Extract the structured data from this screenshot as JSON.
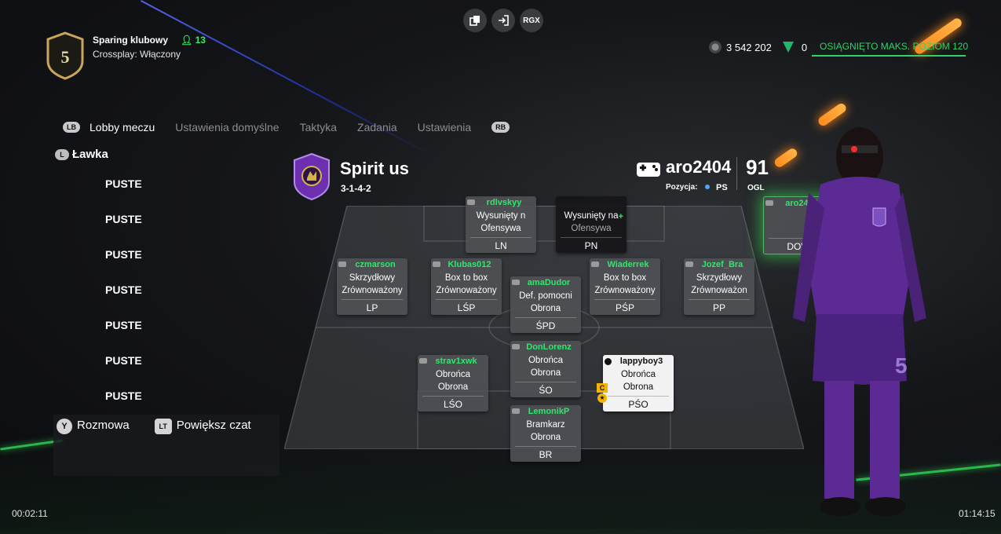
{
  "header": {
    "title": "Sparing klubowy",
    "members": "13",
    "crossplay": "Crossplay: Włączony",
    "badge_number": "5"
  },
  "top_icons": [
    {
      "name": "copy-icon",
      "label": ""
    },
    {
      "name": "exit-icon",
      "label": ""
    },
    {
      "name": "rgx-icon",
      "label": "RGX"
    }
  ],
  "currency": {
    "coins": "3 542 202",
    "points": "0",
    "level_text": "OSIĄGNIĘTO MAKS. POZIOM 120"
  },
  "tabs": {
    "lb": "LB",
    "rb": "RB",
    "items": [
      "Lobby meczu",
      "Ustawienia domyślne",
      "Taktyka",
      "Zadania",
      "Ustawienia"
    ]
  },
  "bench": {
    "title": "Ławka",
    "items": [
      "PUSTE",
      "PUSTE",
      "PUSTE",
      "PUSTE",
      "PUSTE",
      "PUSTE",
      "PUSTE"
    ]
  },
  "chat": {
    "y_button": "Y",
    "chat_label": "Rozmowa",
    "lt_button": "LT",
    "zoom_label": "Powiększ czat"
  },
  "timers": {
    "left": "00:02:11",
    "right": "01:14:15"
  },
  "team": {
    "name": "Spirit us",
    "formation": "3-1-4-2"
  },
  "player": {
    "name": "aro2404",
    "rating": "91",
    "position_label": "Pozycja:",
    "position_value": "PS",
    "rating_label": "OGL"
  },
  "cards": [
    {
      "name": "rdlvskyy",
      "r1": "Wysunięty n",
      "r2": "Ofensywa",
      "pos": "LN"
    },
    {
      "name": "",
      "r1": "Wysunięty na",
      "r2": "Ofensywa",
      "pos": "PN",
      "plus": "+"
    },
    {
      "name": "aro2404",
      "r1": "",
      "r2": "",
      "pos": "DOW"
    },
    {
      "name": "czmarson",
      "r1": "Skrzydłowy",
      "r2": "Zrównoważony",
      "pos": "LP"
    },
    {
      "name": "Klubas012",
      "r1": "Box to box",
      "r2": "Zrównoważony",
      "pos": "LŚP"
    },
    {
      "name": "amaDudor",
      "r1": "Def. pomocni",
      "r2": "Obrona",
      "pos": "ŚPD"
    },
    {
      "name": "Wiaderrek",
      "r1": "Box to box",
      "r2": "Zrównoważony",
      "pos": "PŚP"
    },
    {
      "name": "Jozef_Bra",
      "r1": "Skrzydłowy",
      "r2": "Zrównoważon",
      "pos": "PP"
    },
    {
      "name": "DonLorenz",
      "r1": "Obrońca",
      "r2": "Obrona",
      "pos": "ŚO"
    },
    {
      "name": "strav1xwk",
      "r1": "Obrońca",
      "r2": "Obrona",
      "pos": "LŚO"
    },
    {
      "name": "lappyboy3",
      "r1": "Obrońca",
      "r2": "Obrona",
      "pos": "PŚO",
      "captain": "C"
    },
    {
      "name": "LemonikP",
      "r1": "Bramkarz",
      "r2": "Obrona",
      "pos": "BR"
    }
  ]
}
